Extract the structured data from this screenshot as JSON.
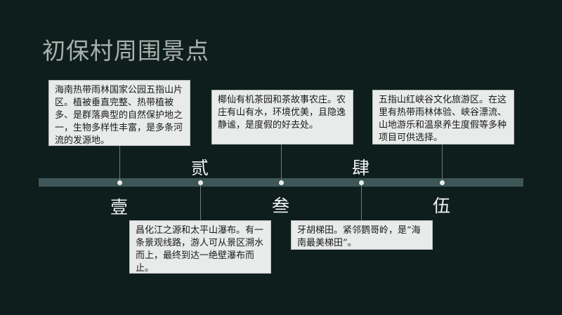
{
  "title": "初保村周围景点",
  "events": [
    {
      "numeral": "壹",
      "text": "海南热带雨林国家公园五指山片区。植被垂直完整、热带植被多、是群落典型的自然保护地之一，生物多样性丰富，是多条河流的发源地。"
    },
    {
      "numeral": "贰",
      "text": "昌化江之源和太平山瀑布。有一条景观线路，游人可从景区溯水而上，最终到达一绝壁瀑布而止。"
    },
    {
      "numeral": "叁",
      "text": "椰仙有机茶园和茶故事农庄。农庄有山有水，环境优美，且隐逸静谧，是度假的好去处。"
    },
    {
      "numeral": "肆",
      "text": "牙胡梯田。紧邻鹦哥岭，是“海南最美梯田”。"
    },
    {
      "numeral": "伍",
      "text": "五指山红峡谷文化旅游区。在这里有热带雨林体验、峡谷漂流、山地游乐和温泉养生度假等多种项目可供选择。"
    }
  ]
}
